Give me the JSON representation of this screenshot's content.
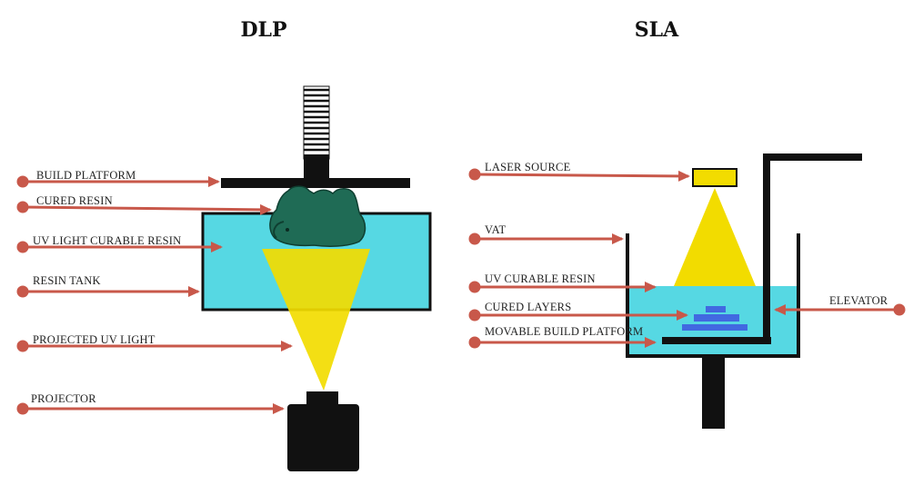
{
  "colors": {
    "arrow": "#c8584a",
    "resin": "#56d8e3",
    "uv_light": "#f2dc00",
    "cured": "#1f6b55",
    "layers": "#4169e1",
    "ink": "#111111"
  },
  "dlp": {
    "title": "DLP",
    "labels": {
      "build_platform": "BUILD PLATFORM",
      "cured_resin": "CURED RESIN",
      "uv_light_curable_resin": "UV LIGHT CURABLE RESIN",
      "resin_tank": "RESIN TANK",
      "projected_uv_light": "PROJECTED UV LIGHT",
      "projector": "PROJECTOR"
    }
  },
  "sla": {
    "title": "SLA",
    "labels": {
      "laser_source": "LASER SOURCE",
      "vat": "VAT",
      "uv_curable_resin": "UV CURABLE RESIN",
      "cured_layers": "CURED LAYERS",
      "movable_build_platform": "MOVABLE BUILD PLATFORM",
      "elevator": "ELEVATOR"
    }
  }
}
